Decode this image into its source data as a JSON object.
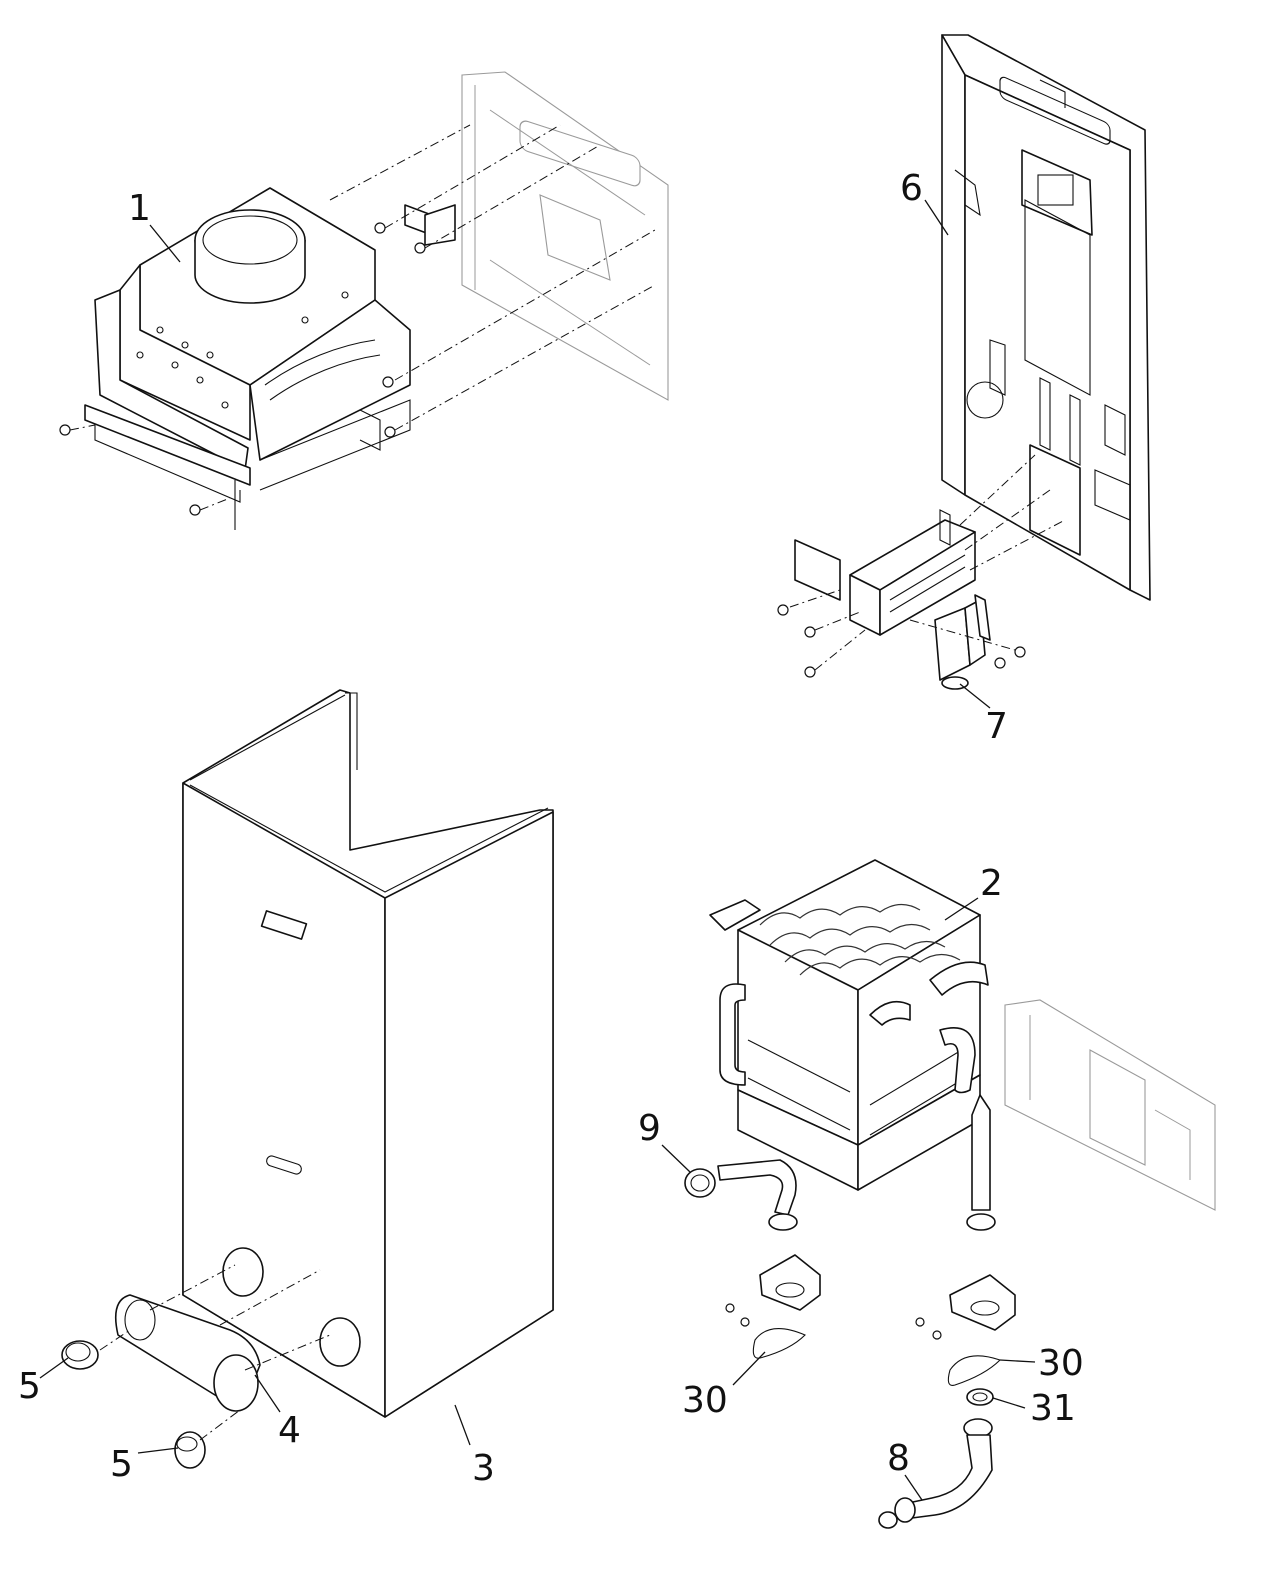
{
  "labels": {
    "l1": "1",
    "l2": "2",
    "l3": "3",
    "l4": "4",
    "l5a": "5",
    "l5b": "5",
    "l6": "6",
    "l7": "7",
    "l8": "8",
    "l9": "9",
    "l30a": "30",
    "l30b": "30",
    "l31": "31"
  }
}
